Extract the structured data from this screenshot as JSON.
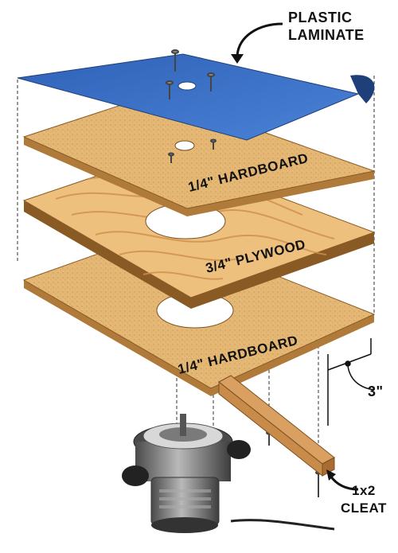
{
  "labels": {
    "laminate_line1": "PLASTIC",
    "laminate_line2": "LAMINATE",
    "hardboard_top": "1/4\" HARDBOARD",
    "plywood": "3/4\" PLYWOOD",
    "hardboard_bottom": "1/4\" HARDBOARD",
    "dimension": "3\"",
    "cleat_line1": "1x2",
    "cleat_line2": "CLEAT"
  },
  "colors": {
    "laminate": "#3a6fc4",
    "hardboard": "#e4b774",
    "hardboard_edge": "#b07a3a",
    "plywood": "#eec07e",
    "plywood_grain": "#d08f4a",
    "cleat": "#c98b4a",
    "router_body": "#6e6e6e",
    "router_knob": "#222222"
  }
}
